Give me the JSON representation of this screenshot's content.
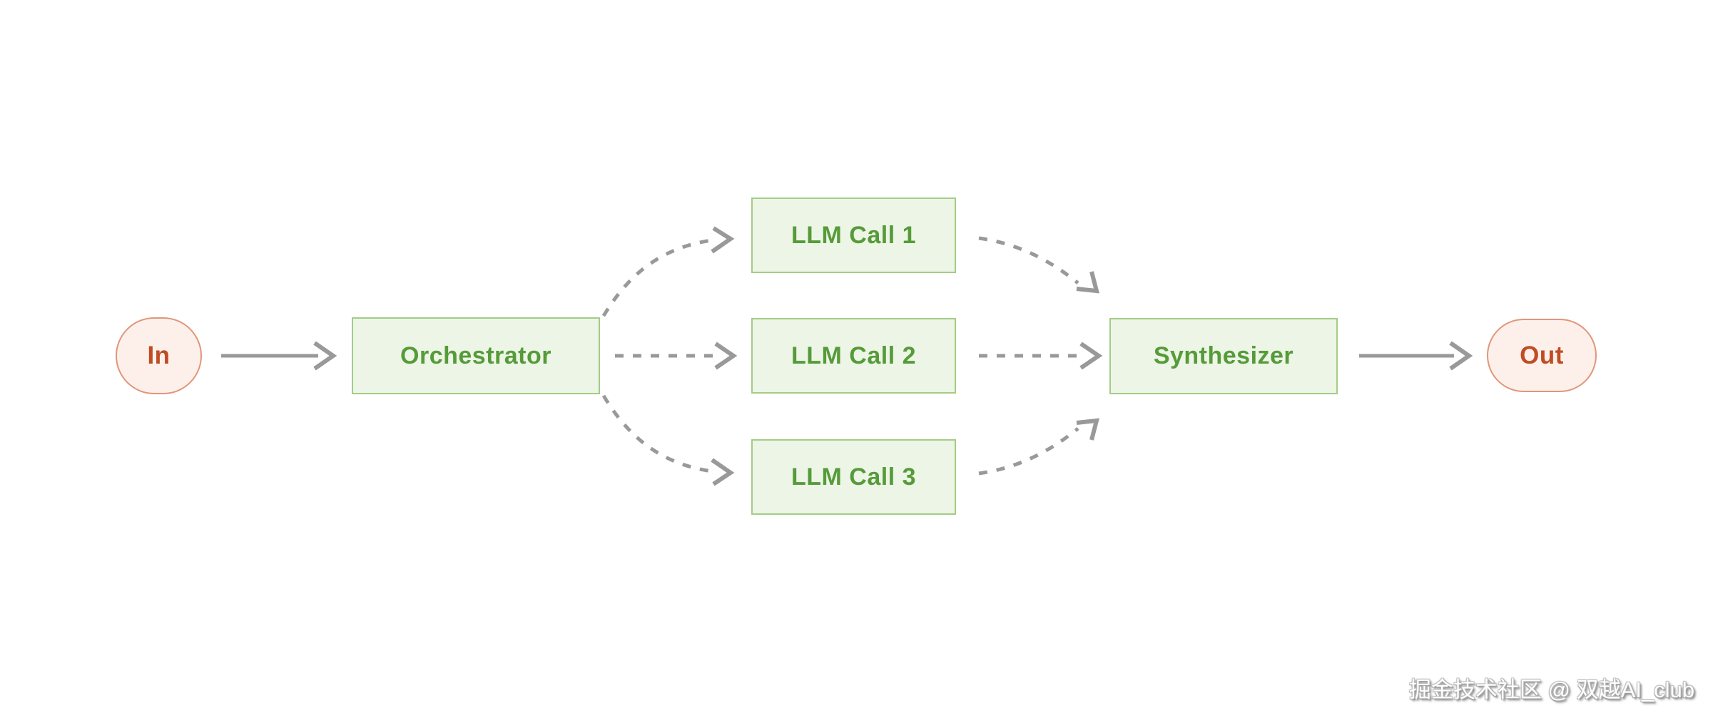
{
  "diagram": {
    "type": "flowchart",
    "direction": "left-to-right",
    "pattern": "orchestrator-workers",
    "nodes": [
      {
        "id": "in",
        "label": "In",
        "shape": "stadium",
        "role": "input"
      },
      {
        "id": "orchestrator",
        "label": "Orchestrator",
        "shape": "rect",
        "role": "process"
      },
      {
        "id": "llm1",
        "label": "LLM Call 1",
        "shape": "rect",
        "role": "worker"
      },
      {
        "id": "llm2",
        "label": "LLM Call 2",
        "shape": "rect",
        "role": "worker"
      },
      {
        "id": "llm3",
        "label": "LLM Call 3",
        "shape": "rect",
        "role": "worker"
      },
      {
        "id": "synthesizer",
        "label": "Synthesizer",
        "shape": "rect",
        "role": "process"
      },
      {
        "id": "out",
        "label": "Out",
        "shape": "stadium",
        "role": "output"
      }
    ],
    "edges": [
      {
        "from": "in",
        "to": "orchestrator",
        "style": "solid"
      },
      {
        "from": "orchestrator",
        "to": "llm1",
        "style": "dashed"
      },
      {
        "from": "orchestrator",
        "to": "llm2",
        "style": "dashed"
      },
      {
        "from": "orchestrator",
        "to": "llm3",
        "style": "dashed"
      },
      {
        "from": "llm1",
        "to": "synthesizer",
        "style": "dashed"
      },
      {
        "from": "llm2",
        "to": "synthesizer",
        "style": "dashed"
      },
      {
        "from": "llm3",
        "to": "synthesizer",
        "style": "dashed"
      },
      {
        "from": "synthesizer",
        "to": "out",
        "style": "solid"
      }
    ],
    "colors": {
      "background": "#ffffff",
      "node_fill_green": "#edf5e6",
      "node_border_green": "#a3cd85",
      "node_text_green": "#569b3a",
      "node_fill_pink": "#fdf0eb",
      "node_border_pink": "#e1967a",
      "node_text_rust": "#bf4d24",
      "arrow_gray": "#999999"
    }
  },
  "watermark": {
    "text": "掘金技术社区 @ 双越AI_club"
  }
}
